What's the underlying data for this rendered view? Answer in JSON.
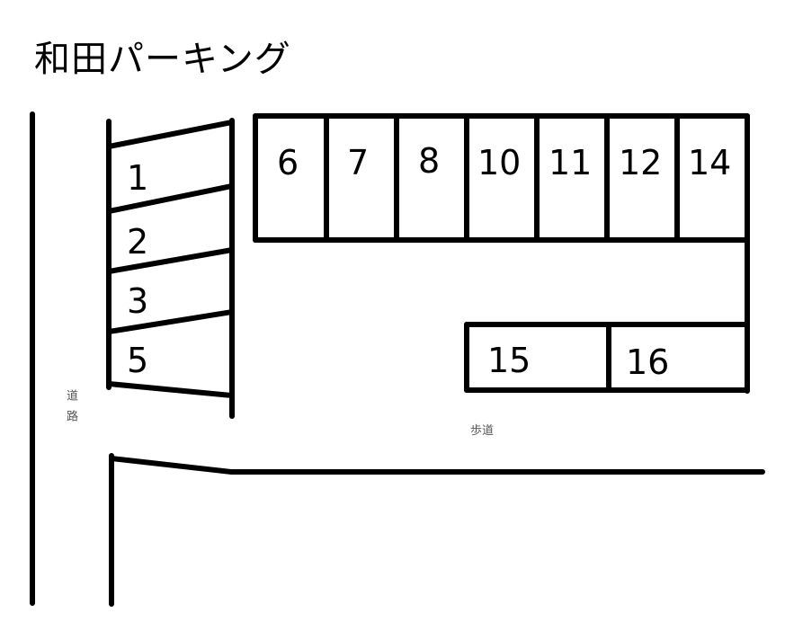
{
  "title": "和田パーキング",
  "labels": {
    "road": "道路",
    "sidewalk": "歩道"
  },
  "colors": {
    "line": "#000000",
    "background": "#ffffff",
    "annotation": "#555555"
  },
  "spaces": {
    "angled_column": [
      "1",
      "2",
      "3",
      "5"
    ],
    "top_row": [
      "6",
      "7",
      "8",
      "10",
      "11",
      "12",
      "14"
    ],
    "lower_row": [
      "15",
      "16"
    ]
  }
}
